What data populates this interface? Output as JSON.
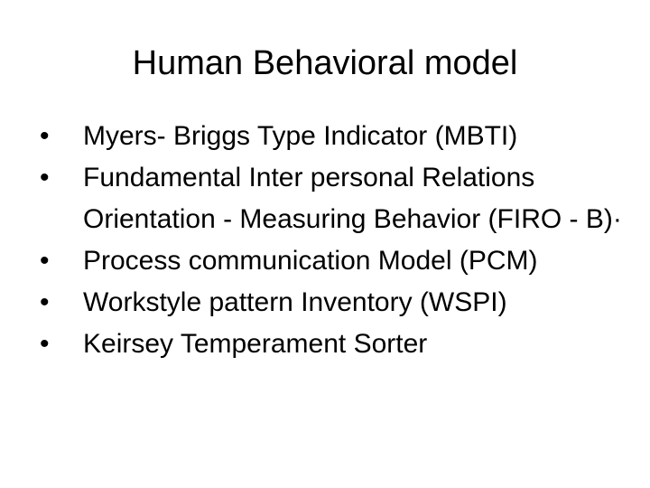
{
  "slide": {
    "title": "Human Behavioral model",
    "bullet_marker": "•",
    "bullets": [
      {
        "text": "Myers- Briggs Type Indicator (MBTI)"
      },
      {
        "text": "Fundamental Inter personal Relations Orientation - Measuring Behavior (FIRO - B)·"
      },
      {
        "text": "Process communication Model (PCM)"
      },
      {
        "text": "Workstyle pattern Inventory (WSPI)"
      },
      {
        "text": "Keirsey Temperament Sorter"
      }
    ]
  },
  "colors": {
    "text": "#000000",
    "background": "#ffffff"
  }
}
